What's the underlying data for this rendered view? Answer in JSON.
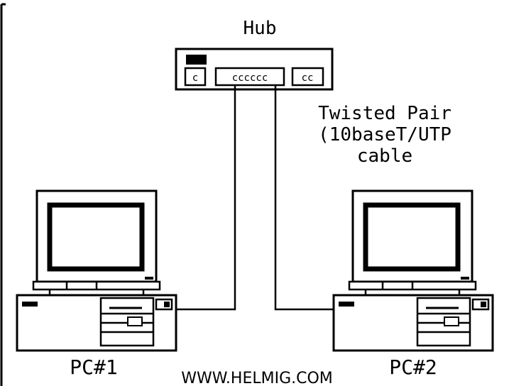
{
  "diagram": {
    "hub": {
      "label": "Hub",
      "ports_main": "cccccc",
      "ports_right": "cc",
      "port_left": "c"
    },
    "cable": {
      "line1": "Twisted Pair",
      "line2": "(10baseT/UTP",
      "line3": "cable"
    },
    "pc1": {
      "label": "PC#1"
    },
    "pc2": {
      "label": "PC#2"
    },
    "footer": {
      "url": "WWW.HELMIG.COM"
    }
  },
  "colors": {
    "ink": "#000000",
    "background": "#ffffff"
  }
}
